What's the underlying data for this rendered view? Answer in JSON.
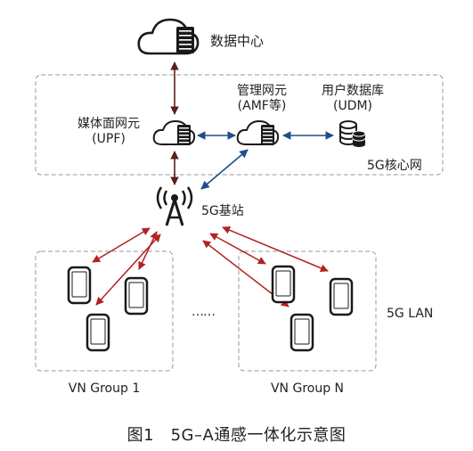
{
  "nodes": {
    "data_center": "数据中心",
    "upf_line1": "媒体面网元",
    "upf_line2": "(UPF)",
    "amf_line1": "管理网元",
    "amf_line2": "(AMF等)",
    "udm_line1": "用户数据库",
    "udm_line2": "(UDM)",
    "core_network": "5G核心网",
    "base_station": "5G基站",
    "lan": "5G LAN",
    "group_1": "VN Group 1",
    "group_n": "VN Group N",
    "ellipsis": "……"
  },
  "caption": "图1　5G–A通感一体化示意图",
  "colors": {
    "link_dark": "#5a2020",
    "link_blue": "#1f4e8c",
    "link_red": "#b22222",
    "box_border": "#9a9a9a",
    "icon": "#1a1a1a"
  }
}
